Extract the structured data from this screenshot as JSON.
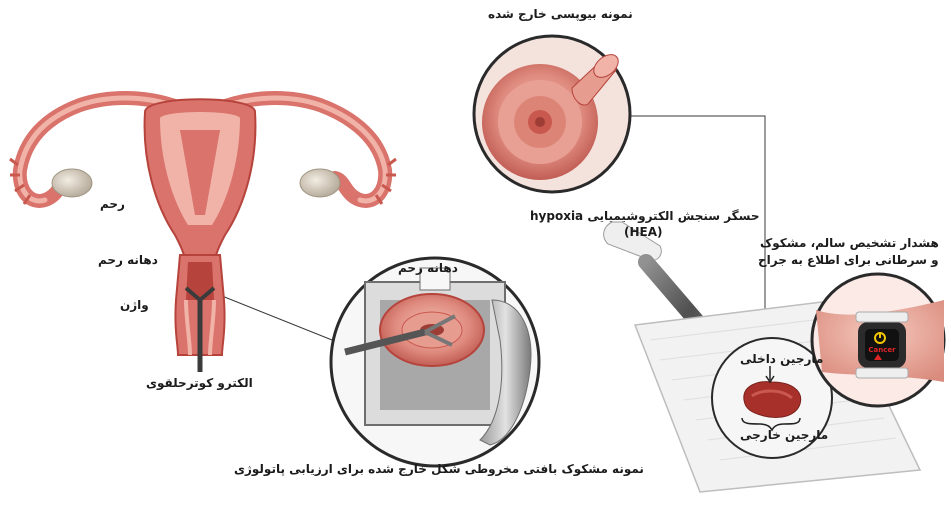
{
  "labels": {
    "top_biopsy": "نمونه بیوپسی خارج شده",
    "uterus": "رحم",
    "cervix": "دهانه رحم",
    "vagina": "واژن",
    "electrocautery": "الکترو کوترحلقوی",
    "cervix_inset": "دهانه رحم",
    "sensor_line1": "حسگر سنجش الکتروشیمیایی hypoxia",
    "sensor_line2": "(HEA)",
    "alert_line1": "هشدار تشخیص سالم، مشکوک",
    "alert_line2": "و سرطانی برای اطلاع به جراح",
    "inner_margin": "مارجین داخلی",
    "outer_margin": "مارجین خارجی",
    "bottom_caption": "نمونه مشکوک بافتی مخروطی شکل خارج شده برای ارزیابی پاتولوژی"
  },
  "watch": {
    "screen_text": "Cancer"
  },
  "colors": {
    "tissue": "#d9736b",
    "tissue_dark": "#b6443c",
    "tissue_light": "#f1b3a8",
    "ovary": "#dcd3c5",
    "metal": "#6e6e6e",
    "line": "#3a3a3a",
    "alert_red": "#e02424",
    "alert_yellow": "#f5c400"
  }
}
